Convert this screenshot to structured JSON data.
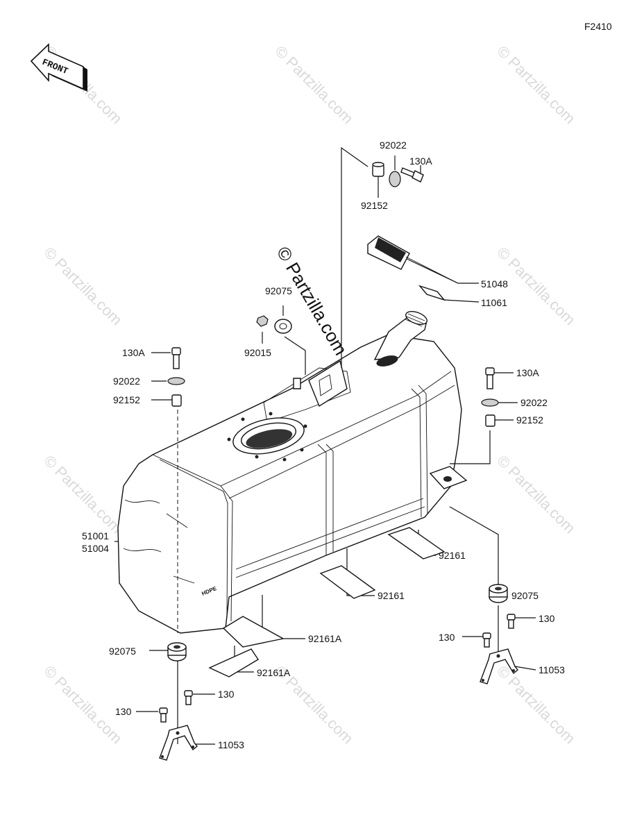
{
  "figure_code": "F2410",
  "front_arrow_label": "FRONT",
  "tank_marking": "HDPE",
  "watermark": "© Partzilla.com",
  "labels": {
    "p92022_top": "92022",
    "p130A_top": "130A",
    "p92152_top": "92152",
    "p51048": "51048",
    "p11061": "11061",
    "p92075_top": "92075",
    "p92015": "92015",
    "p130A_left": "130A",
    "p92022_left": "92022",
    "p92152_left": "92152",
    "p130A_right": "130A",
    "p92022_right": "92022",
    "p92152_right": "92152",
    "p51001": "51001",
    "p51004": "51004",
    "p92161_a": "92161",
    "p92161_b": "92161",
    "p92075_right": "92075",
    "p130_right_a": "130",
    "p130_right_b": "130",
    "p11053_right": "11053",
    "p92161A_a": "92161A",
    "p92161A_b": "92161A",
    "p92075_left": "92075",
    "p130_left_a": "130",
    "p130_left_b": "130",
    "p11053_left": "11053"
  }
}
